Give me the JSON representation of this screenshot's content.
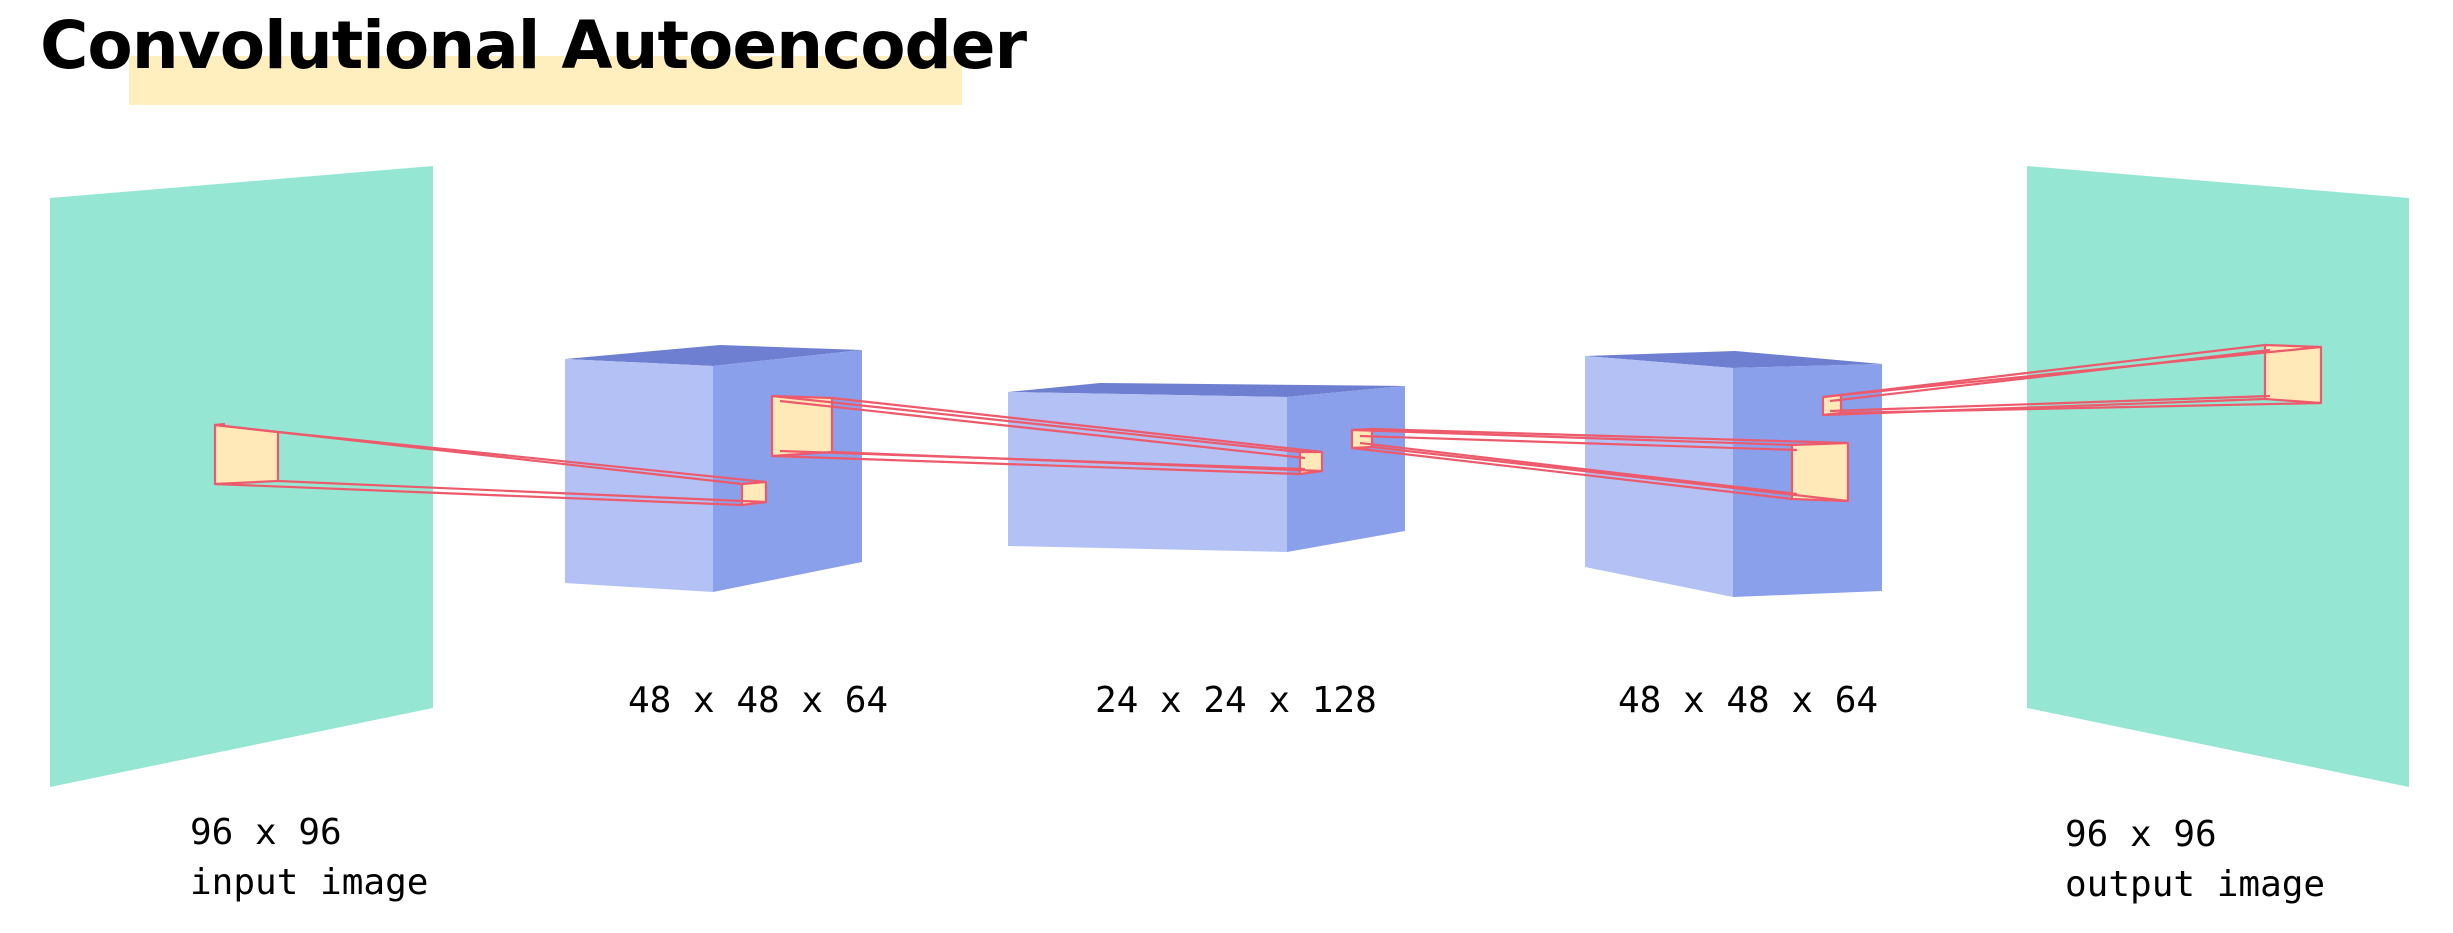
{
  "title": "Convolutional Autoencoder",
  "layers": {
    "input": {
      "size": "96 x 96",
      "name": "input image"
    },
    "encoder": {
      "size": "48 x 48 x 64"
    },
    "bottleneck": {
      "size": "24 x 24 x 128"
    },
    "decoder": {
      "size": "48 x 48 x 64"
    },
    "output": {
      "size": "96 x 96",
      "name": "output image"
    }
  },
  "colors": {
    "image_plane": "#96e6d4",
    "block_front": "#b3c1f4",
    "block_side": "#8aa0ea",
    "block_top": "#6e7fd2",
    "kernel_stroke": "#ec5a6c",
    "kernel_fill": "#ffe9b9",
    "title_highlight": "#ffeebe"
  }
}
